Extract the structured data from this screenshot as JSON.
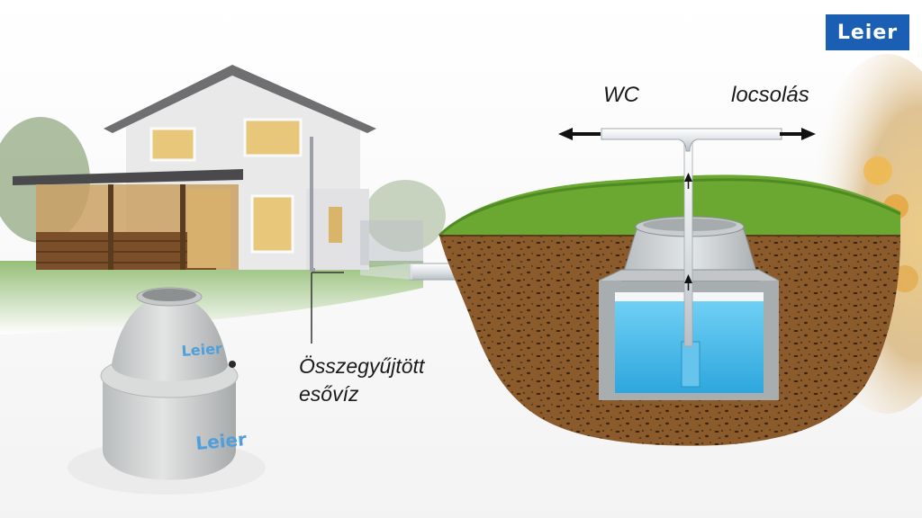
{
  "logo": {
    "text": "Leier",
    "color": "#1a5fb4"
  },
  "labels": {
    "wc": "WC",
    "irrigation": "locsolás",
    "collected_line1": "Összegyűjtött",
    "collected_line2": "esővíz"
  },
  "tank_brand": "Leier",
  "colors": {
    "grass": "#6aa832",
    "soil": "#8a5a2b",
    "water": "#3fb7e8",
    "pipe": "#e6e8ea",
    "concrete": "#cfd2d3"
  }
}
